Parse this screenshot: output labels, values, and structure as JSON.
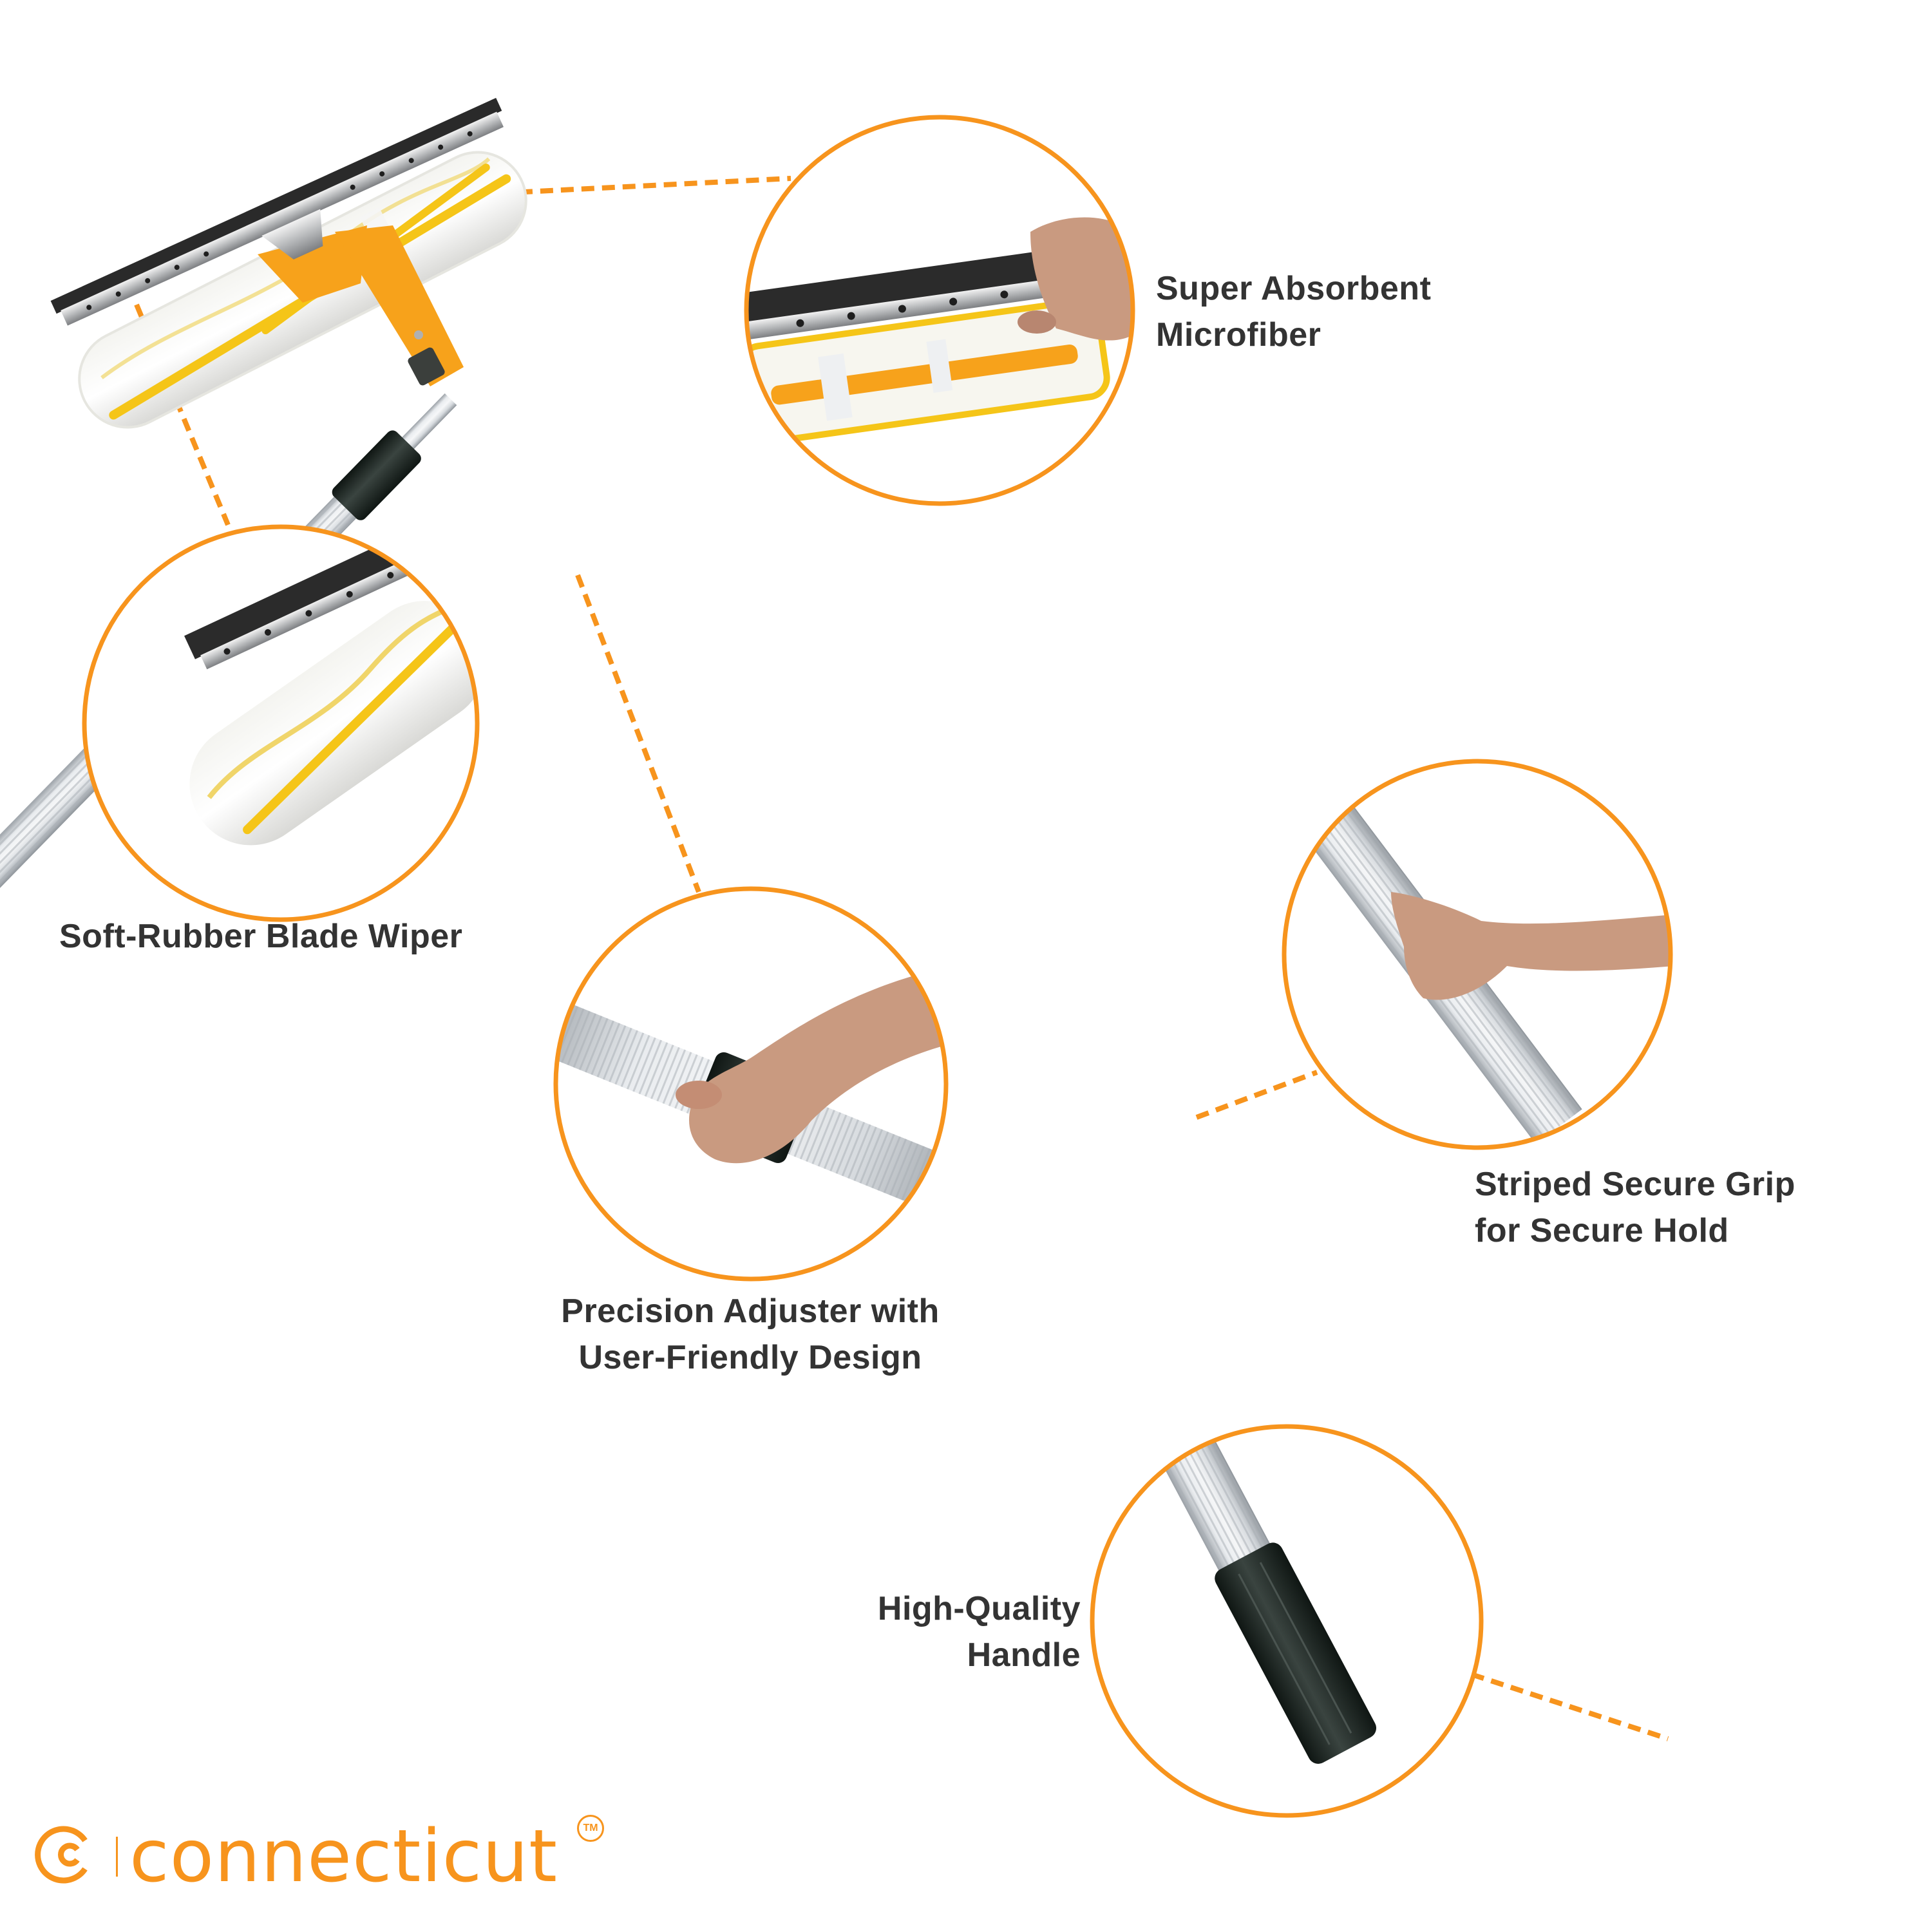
{
  "brand": {
    "name": "connecticut",
    "trademark": "TM",
    "color": "#f7941d"
  },
  "theme": {
    "accent": "#f7941d",
    "text": "#333333",
    "background": "#ffffff",
    "pole_silver": "#d9dde2",
    "grip_black": "#1f2a26",
    "holder_orange": "#f7a21b",
    "sleeve_yellow": "#f5c518"
  },
  "product": "Telescopic window squeegee with microfiber scrubber",
  "callouts": [
    {
      "id": "microfiber",
      "lines": [
        "Super Absorbent",
        "Microfiber"
      ],
      "detail_image": "squeegee blade with hand peeling microfiber sleeve"
    },
    {
      "id": "blade",
      "lines": [
        "Soft-Rubber Blade Wiper"
      ],
      "detail_image": "rubber blade and microfiber sleeve close-up"
    },
    {
      "id": "adjuster",
      "lines": [
        "Precision Adjuster with",
        "User-Friendly Design"
      ],
      "detail_image": "hand twisting black pole adjuster"
    },
    {
      "id": "grip",
      "lines": [
        "Striped Secure Grip",
        "for Secure Hold"
      ],
      "detail_image": "hand holding striped aluminium pole"
    },
    {
      "id": "handle",
      "lines": [
        "High-Quality",
        "Handle"
      ],
      "detail_image": "black handle end cap close-up"
    }
  ]
}
